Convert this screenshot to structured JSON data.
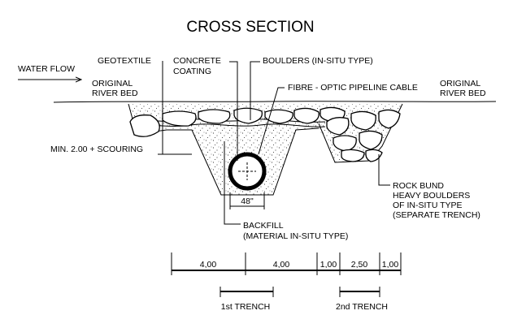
{
  "title": "CROSS SECTION",
  "labels": {
    "water_flow": "WATER FLOW",
    "river_bed_left": [
      "ORIGINAL",
      "RIVER BED"
    ],
    "river_bed_right": [
      "ORIGINAL",
      "RIVER BED"
    ],
    "geotextile": "GEOTEXTILE",
    "concrete_coating": [
      "CONCRETE",
      "COATING"
    ],
    "boulders": "BOULDERS (IN-SITU TYPE)",
    "fibre_cable": "FIBRE - OPTIC PIPELINE CABLE",
    "min_depth": "MIN. 2.00 + SCOURING",
    "pipe_diameter": "48\"",
    "backfill": [
      "BACKFILL",
      "(MATERIAL IN-SITU TYPE)"
    ],
    "rock_bund": [
      "ROCK BUND",
      "HEAVY BOULDERS",
      "OF IN-SITU TYPE",
      "(SEPARATE TRENCH)"
    ]
  },
  "dimensions": [
    "4,00",
    "4,00",
    "1,00",
    "2,50",
    "1,00"
  ],
  "trenches": [
    "1st TRENCH",
    "2nd TRENCH"
  ]
}
